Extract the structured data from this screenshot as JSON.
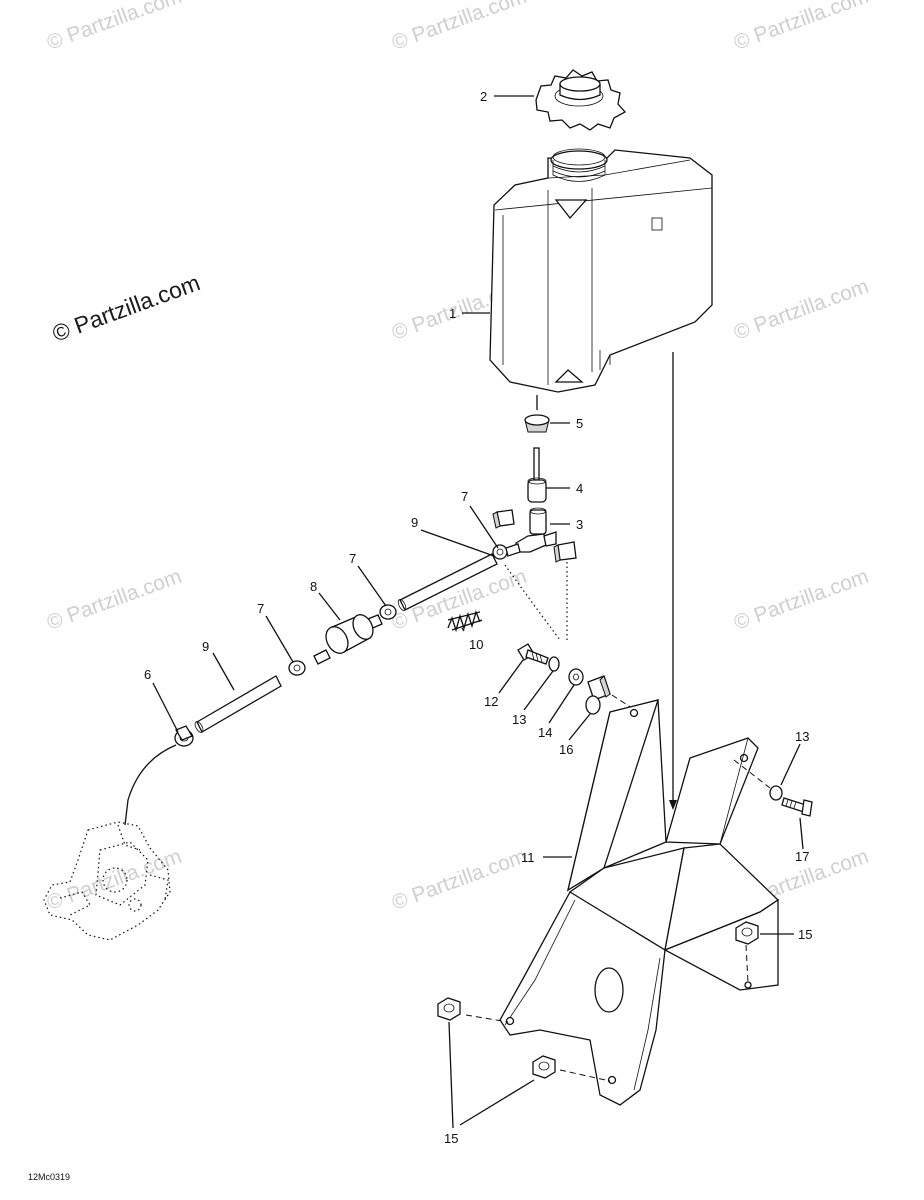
{
  "watermark": {
    "text": "© Partzilla.com"
  },
  "diagram_code": "12Mc0319",
  "callouts": {
    "c1": "1",
    "c2": "2",
    "c3": "3",
    "c4": "4",
    "c5": "5",
    "c6": "6",
    "c7a": "7",
    "c7b": "7",
    "c7c": "7",
    "c8": "8",
    "c9a": "9",
    "c9b": "9",
    "c10": "10",
    "c11": "11",
    "c12": "12",
    "c13a": "13",
    "c13b": "13",
    "c14": "14",
    "c15a": "15",
    "c15b": "15",
    "c16": "16",
    "c17": "17"
  }
}
